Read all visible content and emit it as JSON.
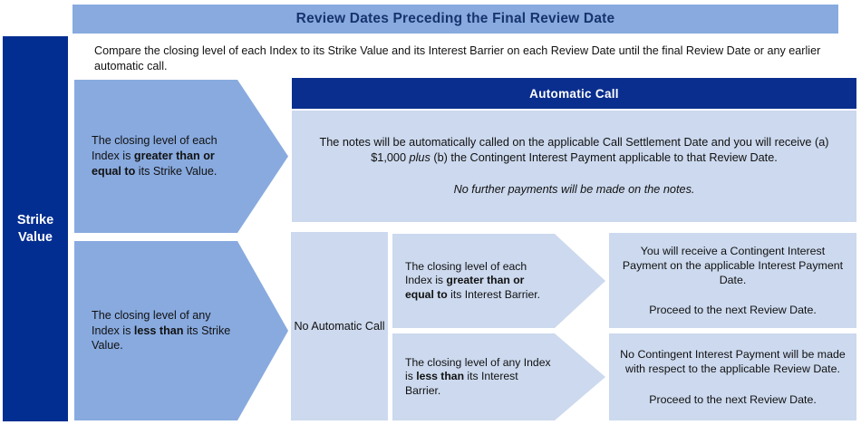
{
  "header": {
    "title": "Review Dates Preceding the Final Review Date"
  },
  "sidebar": {
    "label": "Strike Value"
  },
  "intro": {
    "text": "Compare the closing level of each Index to its Strike Value and its Interest Barrier on each Review Date until the final Review Date or any earlier automatic call."
  },
  "branches": {
    "strike_ge": {
      "text_pre": "The closing level of each Index is ",
      "text_bold": "greater than or equal to",
      "text_post": " its Strike Value."
    },
    "strike_lt": {
      "text_pre": "The closing level of any Index is ",
      "text_bold": "less than",
      "text_post": " its Strike Value."
    },
    "barrier_ge": {
      "text_pre": "The closing level of each Index is ",
      "text_bold": "greater than or equal to",
      "text_post": " its Interest Barrier."
    },
    "barrier_lt": {
      "text_pre": "The closing level of any Index is ",
      "text_bold": "less than",
      "text_post": " its Interest Barrier."
    }
  },
  "automatic_call": {
    "header": "Automatic Call",
    "body_pre": "The notes will be automatically called on the applicable Call Settlement Date and you will receive (a) $1,000 ",
    "body_italic": "plus",
    "body_post": " (b) the Contingent Interest Payment applicable to that Review Date.",
    "note_italic": "No further payments will be made on the notes."
  },
  "no_automatic_call": {
    "label": "No Automatic Call"
  },
  "outcomes": {
    "pay": {
      "line1": "You will receive a Contingent Interest Payment on the applicable Interest Payment Date.",
      "line2": "Proceed to the next Review Date."
    },
    "no_pay": {
      "line1": "No Contingent Interest Payment will be made with respect to the applicable Review Date.",
      "line2": "Proceed to the next Review Date."
    }
  },
  "colors": {
    "banner_blue": "#88AADF",
    "dark_blue": "#032E91",
    "header_blue": "#0A2E8E",
    "light_blue": "#CCD9EE",
    "title_text": "#17336E"
  }
}
